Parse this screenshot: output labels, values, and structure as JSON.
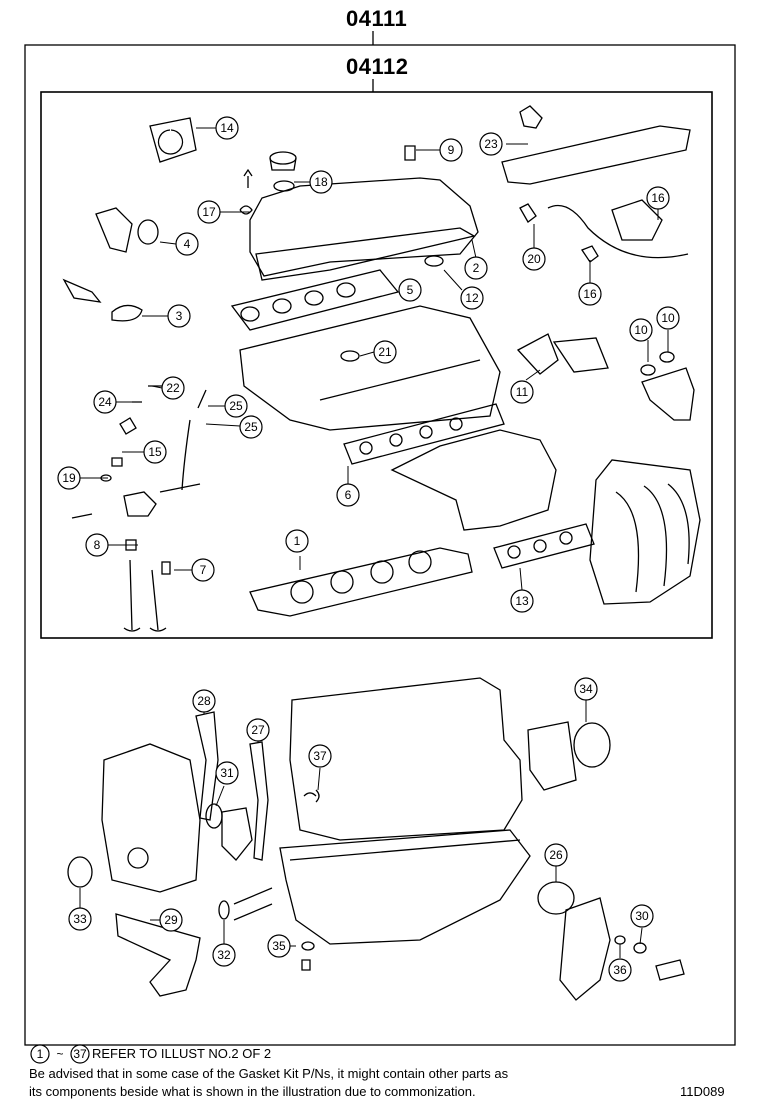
{
  "header": {
    "outer_kit": "04111",
    "inner_kit": "04112"
  },
  "callouts": [
    {
      "n": "1"
    },
    {
      "n": "2"
    },
    {
      "n": "3"
    },
    {
      "n": "4"
    },
    {
      "n": "5"
    },
    {
      "n": "6"
    },
    {
      "n": "7"
    },
    {
      "n": "8"
    },
    {
      "n": "9"
    },
    {
      "n": "10"
    },
    {
      "n": "10"
    },
    {
      "n": "11"
    },
    {
      "n": "12"
    },
    {
      "n": "13"
    },
    {
      "n": "14"
    },
    {
      "n": "15"
    },
    {
      "n": "16"
    },
    {
      "n": "16"
    },
    {
      "n": "17"
    },
    {
      "n": "18"
    },
    {
      "n": "19"
    },
    {
      "n": "20"
    },
    {
      "n": "21"
    },
    {
      "n": "22"
    },
    {
      "n": "23"
    },
    {
      "n": "24"
    },
    {
      "n": "25"
    },
    {
      "n": "25"
    },
    {
      "n": "26"
    },
    {
      "n": "27"
    },
    {
      "n": "28"
    },
    {
      "n": "29"
    },
    {
      "n": "30"
    },
    {
      "n": "31"
    },
    {
      "n": "32"
    },
    {
      "n": "33"
    },
    {
      "n": "34"
    },
    {
      "n": "35"
    },
    {
      "n": "36"
    },
    {
      "n": "37"
    }
  ],
  "footer": {
    "range_start": "1",
    "range_sep": "~",
    "range_end": "37",
    "refer_text": "REFER TO ILLUST NO.2 OF 2",
    "note_line1": "Be advised that in some case of the Gasket Kit P/Ns,  it might contain other parts as",
    "note_line2": "its components beside what is shown in the illustration due to commonization.",
    "illus_code": "11D089"
  }
}
